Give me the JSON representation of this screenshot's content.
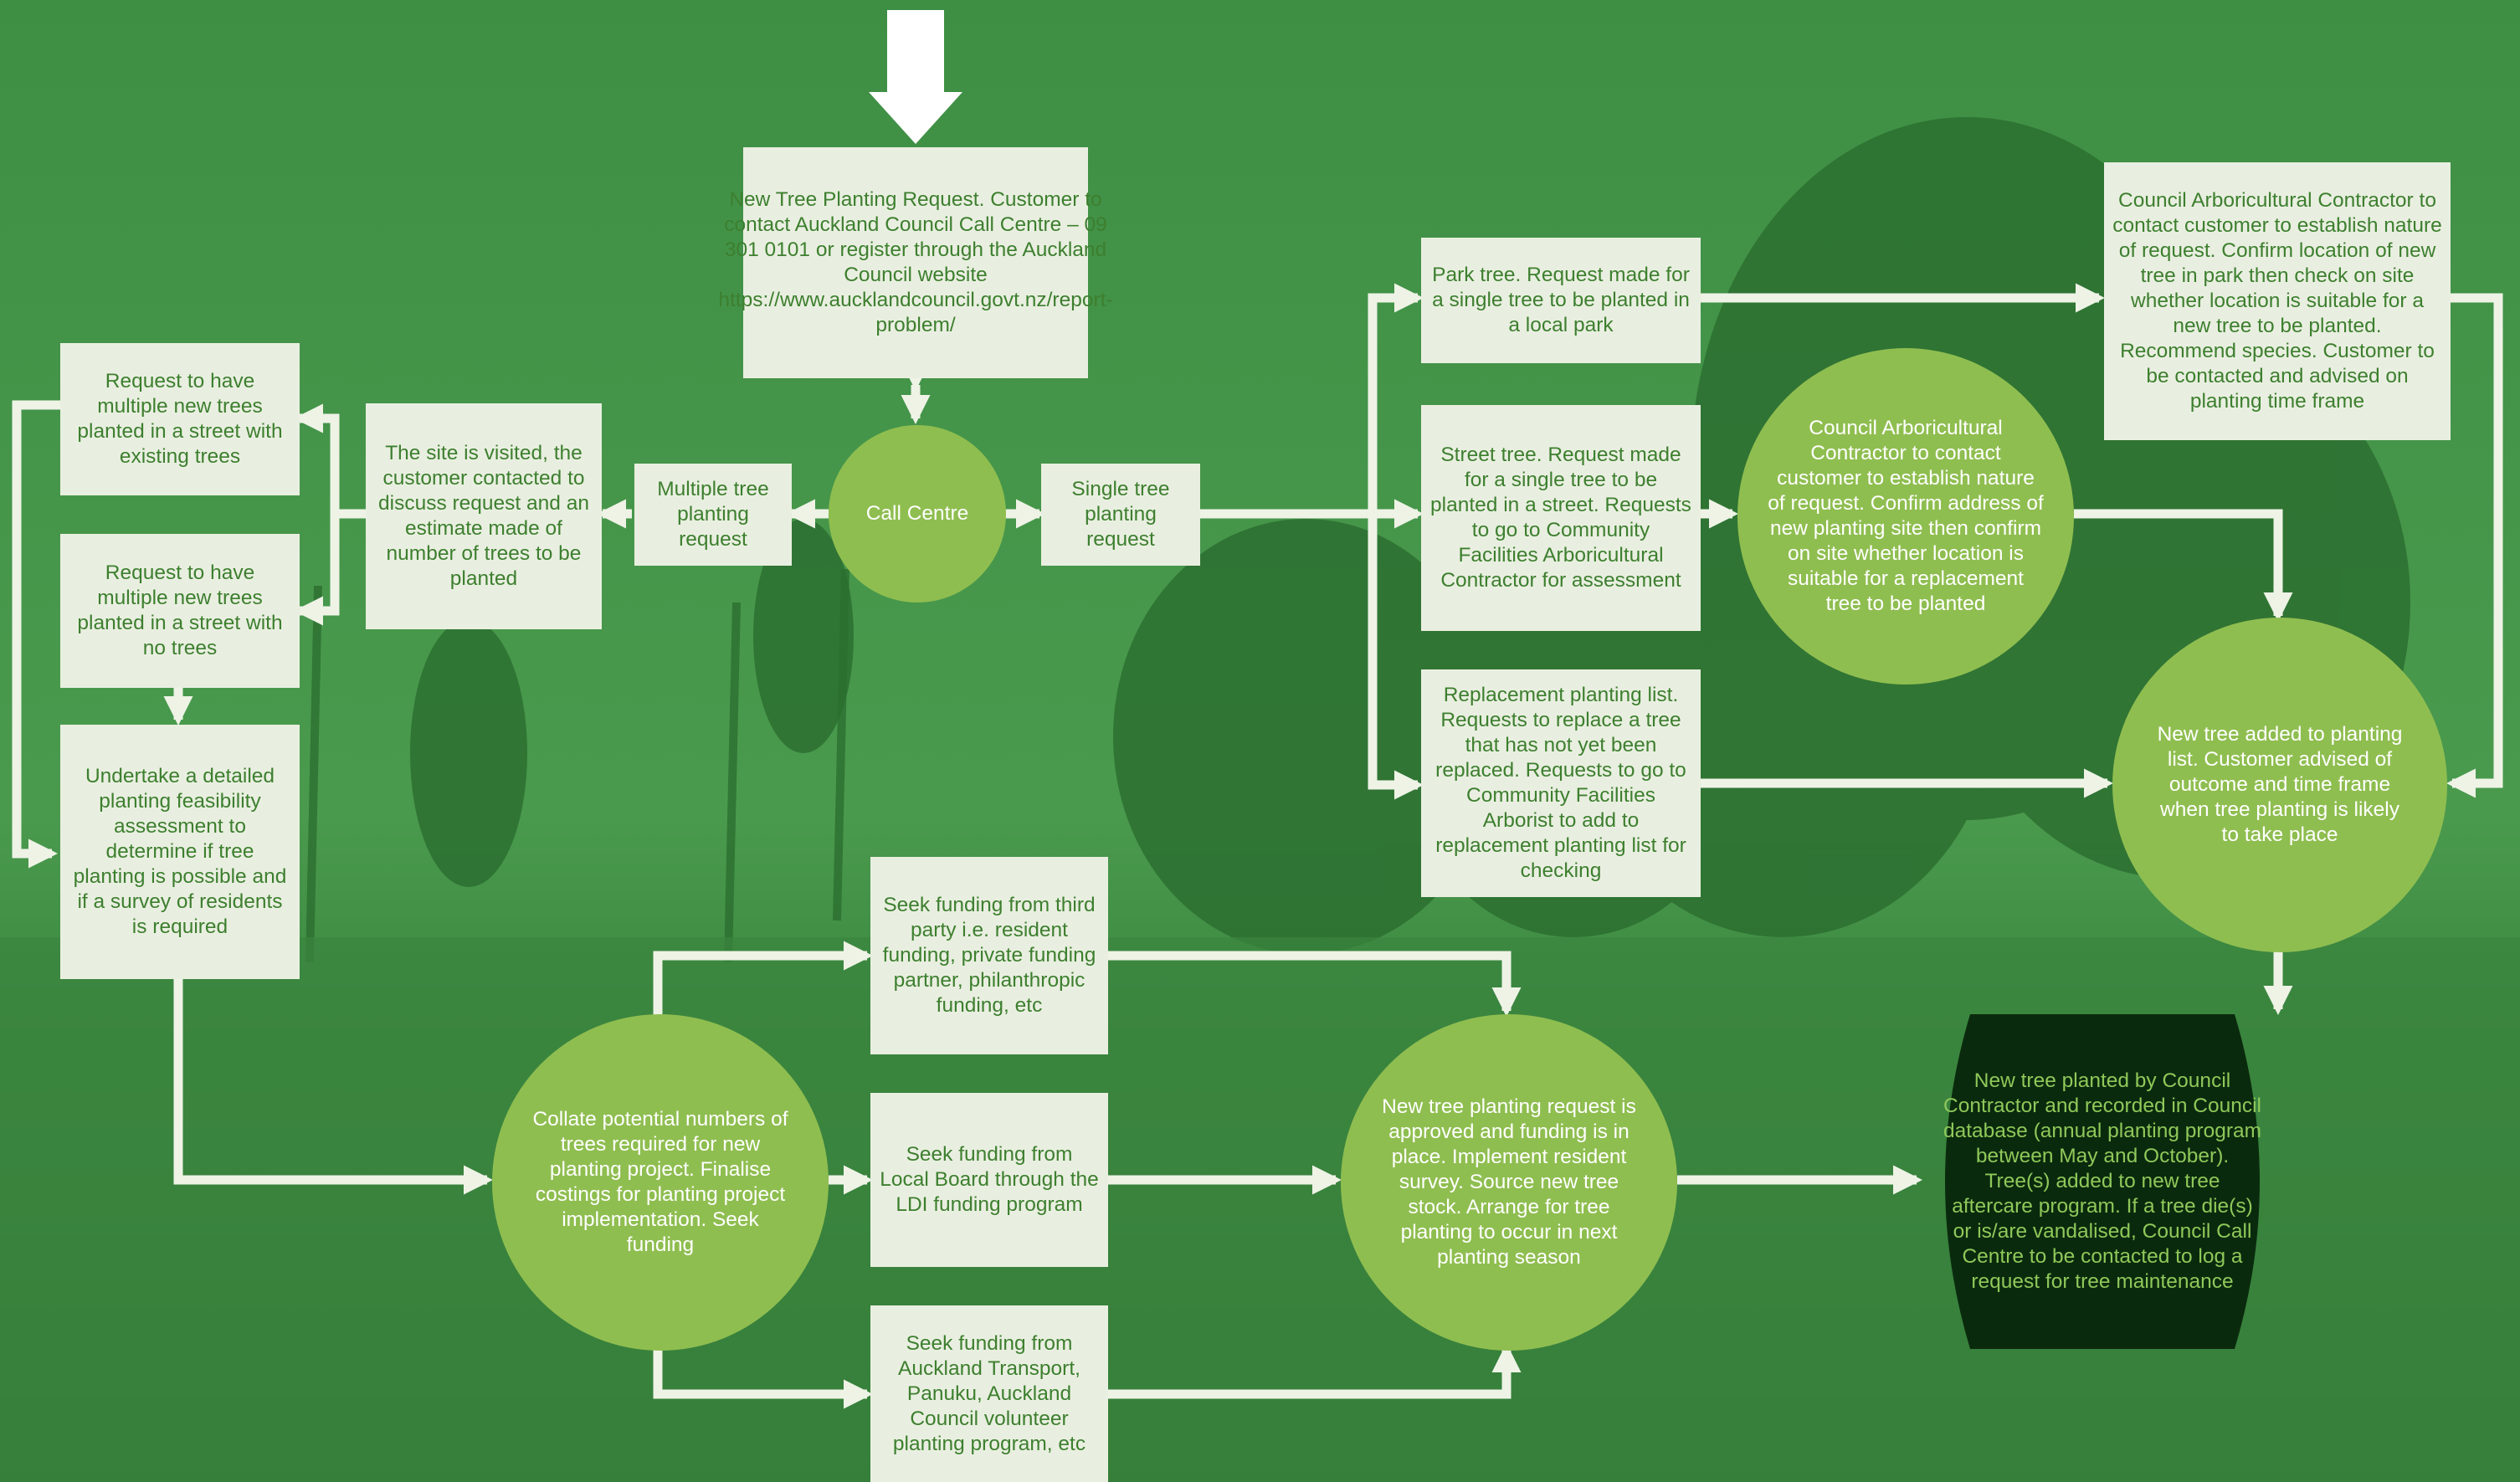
{
  "colors": {
    "background": "#3a8a40",
    "box_fill": "#e9efe0",
    "box_text": "#3d7f2f",
    "circle_fill": "#8fbe50",
    "circle_text": "#ffffff",
    "final_fill": "#0a2a0d",
    "final_text": "#8fc85a",
    "connector": "#eef3e6"
  },
  "nodes": {
    "start_request": "New Tree Planting Request. Customer to contact Auckland Council Call Centre – 09 301 0101 or register through the Auckland Council website https://www.aucklandcouncil.govt.nz/report-problem/",
    "call_centre": "Call Centre",
    "multiple_request": "Multiple tree planting request",
    "single_request": "Single tree planting request",
    "site_visited": "The site is visited, the customer contacted to discuss request and an estimate made of number of trees to be planted",
    "existing_trees": "Request to have multiple new trees planted in a street with existing trees",
    "no_trees": "Request to have multiple new trees planted in a street with no trees",
    "feasibility": "Undertake a detailed planting feasibility assessment to determine if tree planting is possible and if a survey of residents is required",
    "park_tree": "Park tree. Request made for a single tree to be planted in a local park",
    "street_tree": "Street tree. Request made for a single tree to be planted in a street. Requests to go to Community Facilities Arboricultural Contractor for assessment",
    "replacement": "Replacement planting list. Requests to replace a tree that has not yet been replaced. Requests to go to Community Facilities Arborist to add to replacement planting list for checking",
    "contractor_street": "Council Arboricultural Contractor to contact customer to establish nature of request. Confirm address of new planting site then confirm on site whether location is suitable for a replacement tree to be planted",
    "contractor_park": "Council Arboricultural Contractor to contact customer to establish nature of request. Confirm location of new tree in park then check on site whether location is suitable for a new tree to be planted. Recommend species. Customer to be contacted and advised on planting time frame",
    "added_to_list": "New tree added to planting list. Customer advised of outcome and time frame when tree planting is likely to take place",
    "collate": "Collate potential numbers of trees required for new planting project. Finalise costings for planting project implementation. Seek funding",
    "fund_third_party": "Seek funding from third party i.e. resident funding, private funding partner, philanthropic funding, etc",
    "fund_local_board": "Seek funding from Local Board through the LDI funding program",
    "fund_transport": "Seek funding from Auckland Transport, Panuku, Auckland Council volunteer planting program, etc",
    "approved": "New tree planting request is approved and funding is in place. Implement resident survey. Source new tree stock. Arrange for tree planting to occur in next planting season",
    "planted": "New tree planted by Council Contractor and recorded in Council database (annual planting program between May and October). Tree(s) added to new tree aftercare program. If a tree die(s) or is/are vandalised, Council Call Centre to be contacted to log a request for tree maintenance"
  }
}
